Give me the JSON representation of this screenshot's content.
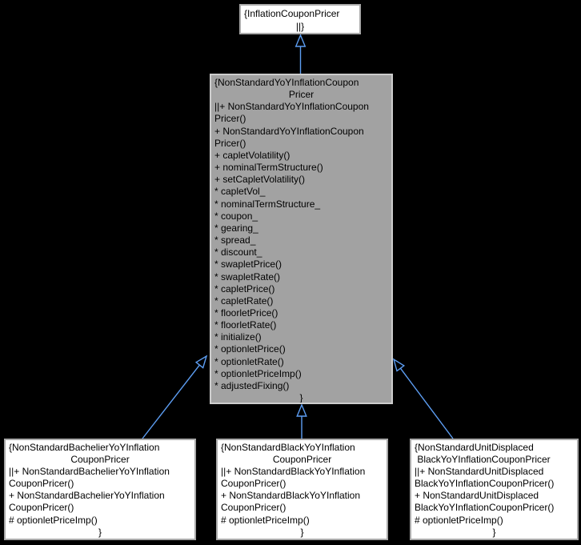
{
  "colors": {
    "background": "#000000",
    "edge": "#5d9ef3",
    "node_fill": "#ffffff",
    "node_border": "#aaaaaa",
    "focus_fill": "#a2a2a2",
    "focus_border": "#cdcdcd",
    "text": "#000000"
  },
  "nodes": {
    "base": {
      "name": "InflationCouponPricer",
      "lines": [
        {
          "t": "{InflationCouponPricer",
          "a": "left"
        },
        {
          "t": "||}",
          "a": "center"
        }
      ]
    },
    "focus": {
      "name": "NonStandardYoYInflationCouponPricer",
      "lines": [
        {
          "t": "{NonStandardYoYInflationCoupon",
          "a": "left"
        },
        {
          "t": "Pricer",
          "a": "center"
        },
        {
          "t": "||+ NonStandardYoYInflationCoupon",
          "a": "left"
        },
        {
          "t": "Pricer()",
          "a": "left"
        },
        {
          "t": "+ NonStandardYoYInflationCoupon",
          "a": "left"
        },
        {
          "t": "Pricer()",
          "a": "left"
        },
        {
          "t": "+ capletVolatility()",
          "a": "left"
        },
        {
          "t": "+ nominalTermStructure()",
          "a": "left"
        },
        {
          "t": "+ setCapletVolatility()",
          "a": "left"
        },
        {
          "t": "* capletVol_",
          "a": "left"
        },
        {
          "t": "* nominalTermStructure_",
          "a": "left"
        },
        {
          "t": "* coupon_",
          "a": "left"
        },
        {
          "t": "* gearing_",
          "a": "left"
        },
        {
          "t": "* spread_",
          "a": "left"
        },
        {
          "t": "* discount_",
          "a": "left"
        },
        {
          "t": "* swapletPrice()",
          "a": "left"
        },
        {
          "t": "* swapletRate()",
          "a": "left"
        },
        {
          "t": "* capletPrice()",
          "a": "left"
        },
        {
          "t": "* capletRate()",
          "a": "left"
        },
        {
          "t": "* floorletPrice()",
          "a": "left"
        },
        {
          "t": "* floorletRate()",
          "a": "left"
        },
        {
          "t": "* initialize()",
          "a": "left"
        },
        {
          "t": "* optionletPrice()",
          "a": "left"
        },
        {
          "t": "* optionletRate()",
          "a": "left"
        },
        {
          "t": "* optionletPriceImp()",
          "a": "left"
        },
        {
          "t": "* adjustedFixing()",
          "a": "left"
        },
        {
          "t": "}",
          "a": "center"
        }
      ]
    },
    "bachelier": {
      "name": "NonStandardBachelierYoYInflationCouponPricer",
      "lines": [
        {
          "t": "{NonStandardBachelierYoYInflation",
          "a": "left"
        },
        {
          "t": "CouponPricer",
          "a": "center"
        },
        {
          "t": "||+ NonStandardBachelierYoYInflation",
          "a": "left"
        },
        {
          "t": "CouponPricer()",
          "a": "left"
        },
        {
          "t": "+ NonStandardBachelierYoYInflation",
          "a": "left"
        },
        {
          "t": "CouponPricer()",
          "a": "left"
        },
        {
          "t": "# optionletPriceImp()",
          "a": "left"
        },
        {
          "t": "}",
          "a": "center"
        }
      ]
    },
    "black": {
      "name": "NonStandardBlackYoYInflationCouponPricer",
      "lines": [
        {
          "t": "{NonStandardBlackYoYInflation",
          "a": "left"
        },
        {
          "t": "CouponPricer",
          "a": "center"
        },
        {
          "t": "||+ NonStandardBlackYoYInflation",
          "a": "left"
        },
        {
          "t": "CouponPricer()",
          "a": "left"
        },
        {
          "t": "+ NonStandardBlackYoYInflation",
          "a": "left"
        },
        {
          "t": "CouponPricer()",
          "a": "left"
        },
        {
          "t": "# optionletPriceImp()",
          "a": "left"
        },
        {
          "t": "}",
          "a": "center"
        }
      ]
    },
    "unit_displaced": {
      "name": "NonStandardUnitDisplacedBlackYoYInflationCouponPricer",
      "lines": [
        {
          "t": "{NonStandardUnitDisplaced",
          "a": "left"
        },
        {
          "t": " BlackYoYInflationCouponPricer",
          "a": "left"
        },
        {
          "t": "||+ NonStandardUnitDisplaced",
          "a": "left"
        },
        {
          "t": "BlackYoYInflationCouponPricer()",
          "a": "left"
        },
        {
          "t": "+ NonStandardUnitDisplaced",
          "a": "left"
        },
        {
          "t": "BlackYoYInflationCouponPricer()",
          "a": "left"
        },
        {
          "t": "# optionletPriceImp()",
          "a": "left"
        },
        {
          "t": "}",
          "a": "center"
        }
      ]
    }
  },
  "edges": [
    {
      "from": "NonStandardYoYInflationCouponPricer",
      "to": "InflationCouponPricer",
      "type": "inheritance"
    },
    {
      "from": "NonStandardBachelierYoYInflationCouponPricer",
      "to": "NonStandardYoYInflationCouponPricer",
      "type": "inheritance"
    },
    {
      "from": "NonStandardBlackYoYInflationCouponPricer",
      "to": "NonStandardYoYInflationCouponPricer",
      "type": "inheritance"
    },
    {
      "from": "NonStandardUnitDisplacedBlackYoYInflationCouponPricer",
      "to": "NonStandardYoYInflationCouponPricer",
      "type": "inheritance"
    }
  ]
}
